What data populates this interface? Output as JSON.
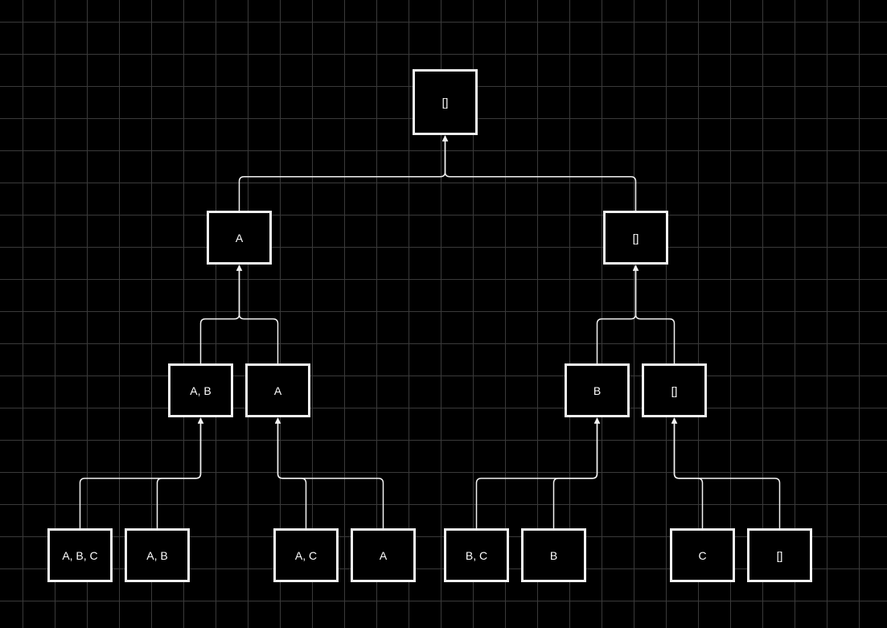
{
  "diagram": {
    "nodes": {
      "root": "[]",
      "l1_left": "A",
      "l1_right": "[]",
      "l2_a": "A, B",
      "l2_b": "A",
      "l2_c": "B",
      "l2_d": "[]",
      "leaf_1": "A, B, C",
      "leaf_2": "A, B",
      "leaf_3": "A, C",
      "leaf_4": "A",
      "leaf_5": "B, C",
      "leaf_6": "B",
      "leaf_7": "C",
      "leaf_8": "[]"
    },
    "edges": [
      [
        "l1_left",
        "root"
      ],
      [
        "l1_right",
        "root"
      ],
      [
        "l2_a",
        "l1_left"
      ],
      [
        "l2_b",
        "l1_left"
      ],
      [
        "l2_c",
        "l1_right"
      ],
      [
        "l2_d",
        "l1_right"
      ],
      [
        "leaf_1",
        "l2_a"
      ],
      [
        "leaf_2",
        "l2_a"
      ],
      [
        "leaf_3",
        "l2_b"
      ],
      [
        "leaf_4",
        "l2_b"
      ],
      [
        "leaf_5",
        "l2_c"
      ],
      [
        "leaf_6",
        "l2_c"
      ],
      [
        "leaf_7",
        "l2_d"
      ],
      [
        "leaf_8",
        "l2_d"
      ]
    ],
    "colors": {
      "background": "#000000",
      "grid": "#3a3a3a",
      "stroke": "#f2f2f2",
      "text": "#ffffff"
    }
  }
}
